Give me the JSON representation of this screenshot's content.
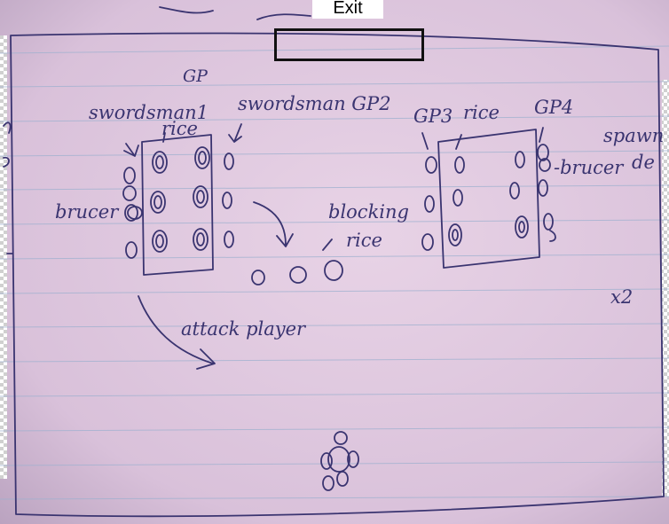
{
  "exit_label": "Exit",
  "annotations": {
    "gp": "GP",
    "swordsman1": "swordsman1",
    "swordsman_gp2": "swordsman GP2",
    "rice_left": "rice",
    "brucer": "brucer",
    "blocking": "blocking",
    "rice_blocking": "rice",
    "attack_player": "attack player",
    "gp3": "GP3",
    "rice_right": "rice",
    "gp4": "GP4",
    "brucer_right": "-brucer",
    "spawn": "spawn",
    "de": "de",
    "x2": "x2"
  },
  "colors": {
    "paper": "#ddc6dd",
    "ink": "#3a3470",
    "rule_line": "#9fb1cf",
    "margin_line": "#c49ab8"
  }
}
